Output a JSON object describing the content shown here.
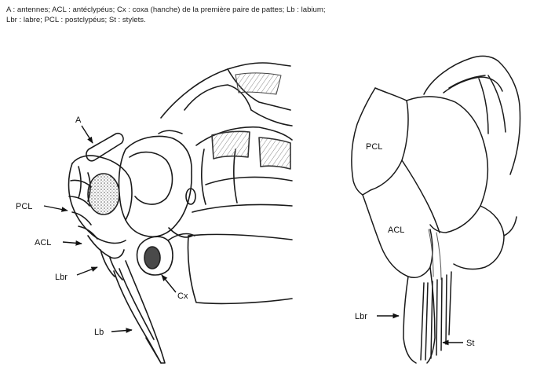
{
  "caption": {
    "line1": "A : antennes; ACL : antéclypéus; Cx : coxa (hanche) de la première paire de pattes; Lb : labium;",
    "line2": "Lbr : labre; PCL : postclypéus; St : stylets."
  },
  "labels": {
    "A": "A",
    "PCL_left": "PCL",
    "ACL_left": "ACL",
    "Lbr_left": "Lbr",
    "Lb": "Lb",
    "Cx": "Cx",
    "PCL_right": "PCL",
    "ACL_right": "ACL",
    "Lbr_right": "Lbr",
    "St": "St"
  }
}
